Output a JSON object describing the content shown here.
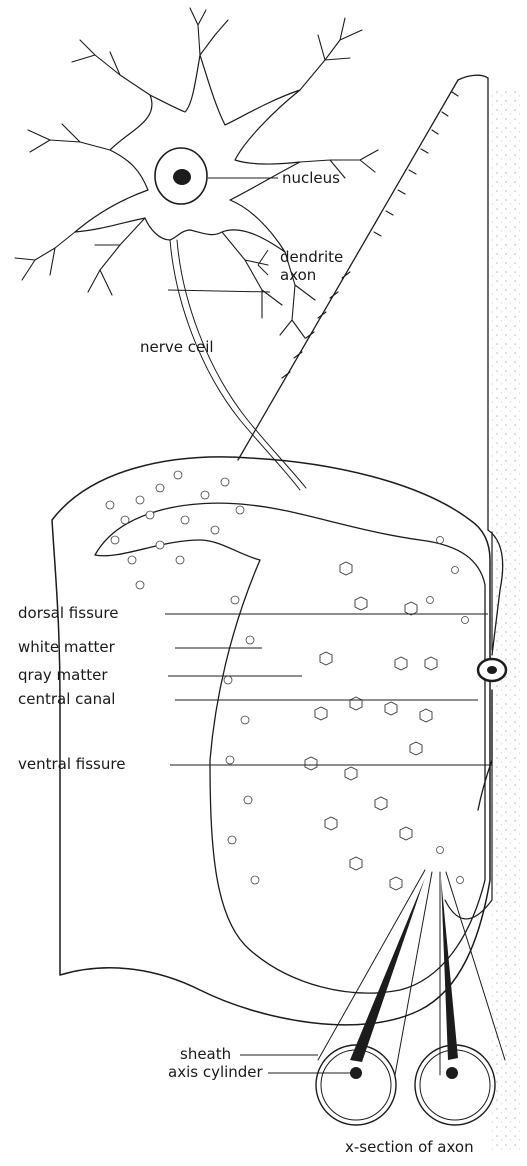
{
  "labels": {
    "nucleus": "nucleus",
    "dendrite": "dendrite",
    "axon": "axon",
    "nerve_cell": "nerve ceil",
    "dorsal_fissure": "dorsal fissure",
    "white_matter": "white matter",
    "gray_matter": "qray matter",
    "central_canal": "central canal",
    "ventral_fissure": "ventral fissure",
    "sheath": "sheath",
    "axis_cylinder": "axis cylinder",
    "x_section": "x-section of axon"
  },
  "colors": {
    "ink": "#1c1c1c",
    "paper": "#ffffff"
  }
}
